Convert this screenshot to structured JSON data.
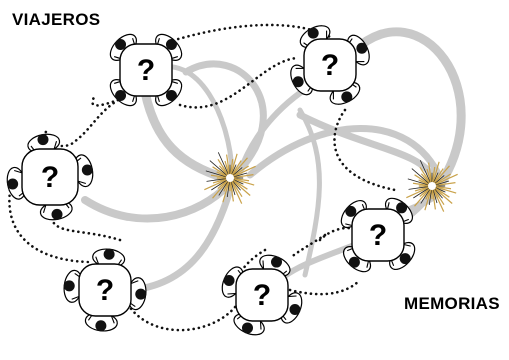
{
  "labels": {
    "travelers": "VIAJEROS",
    "memories": "MEMORIAS"
  },
  "groups": [
    {
      "id": "group-1",
      "mark": "?"
    },
    {
      "id": "group-2",
      "mark": "?"
    },
    {
      "id": "group-3",
      "mark": "?"
    },
    {
      "id": "group-4",
      "mark": "?"
    },
    {
      "id": "group-5",
      "mark": "?"
    },
    {
      "id": "group-6",
      "mark": "?"
    }
  ],
  "colors": {
    "trail": "#c9c9c9",
    "path": "#111111",
    "burst": "#c9a24a",
    "table": "#ffffff",
    "outline": "#000000"
  },
  "icons": {
    "traveler": "person-top-view-icon",
    "memory": "starburst-icon"
  }
}
